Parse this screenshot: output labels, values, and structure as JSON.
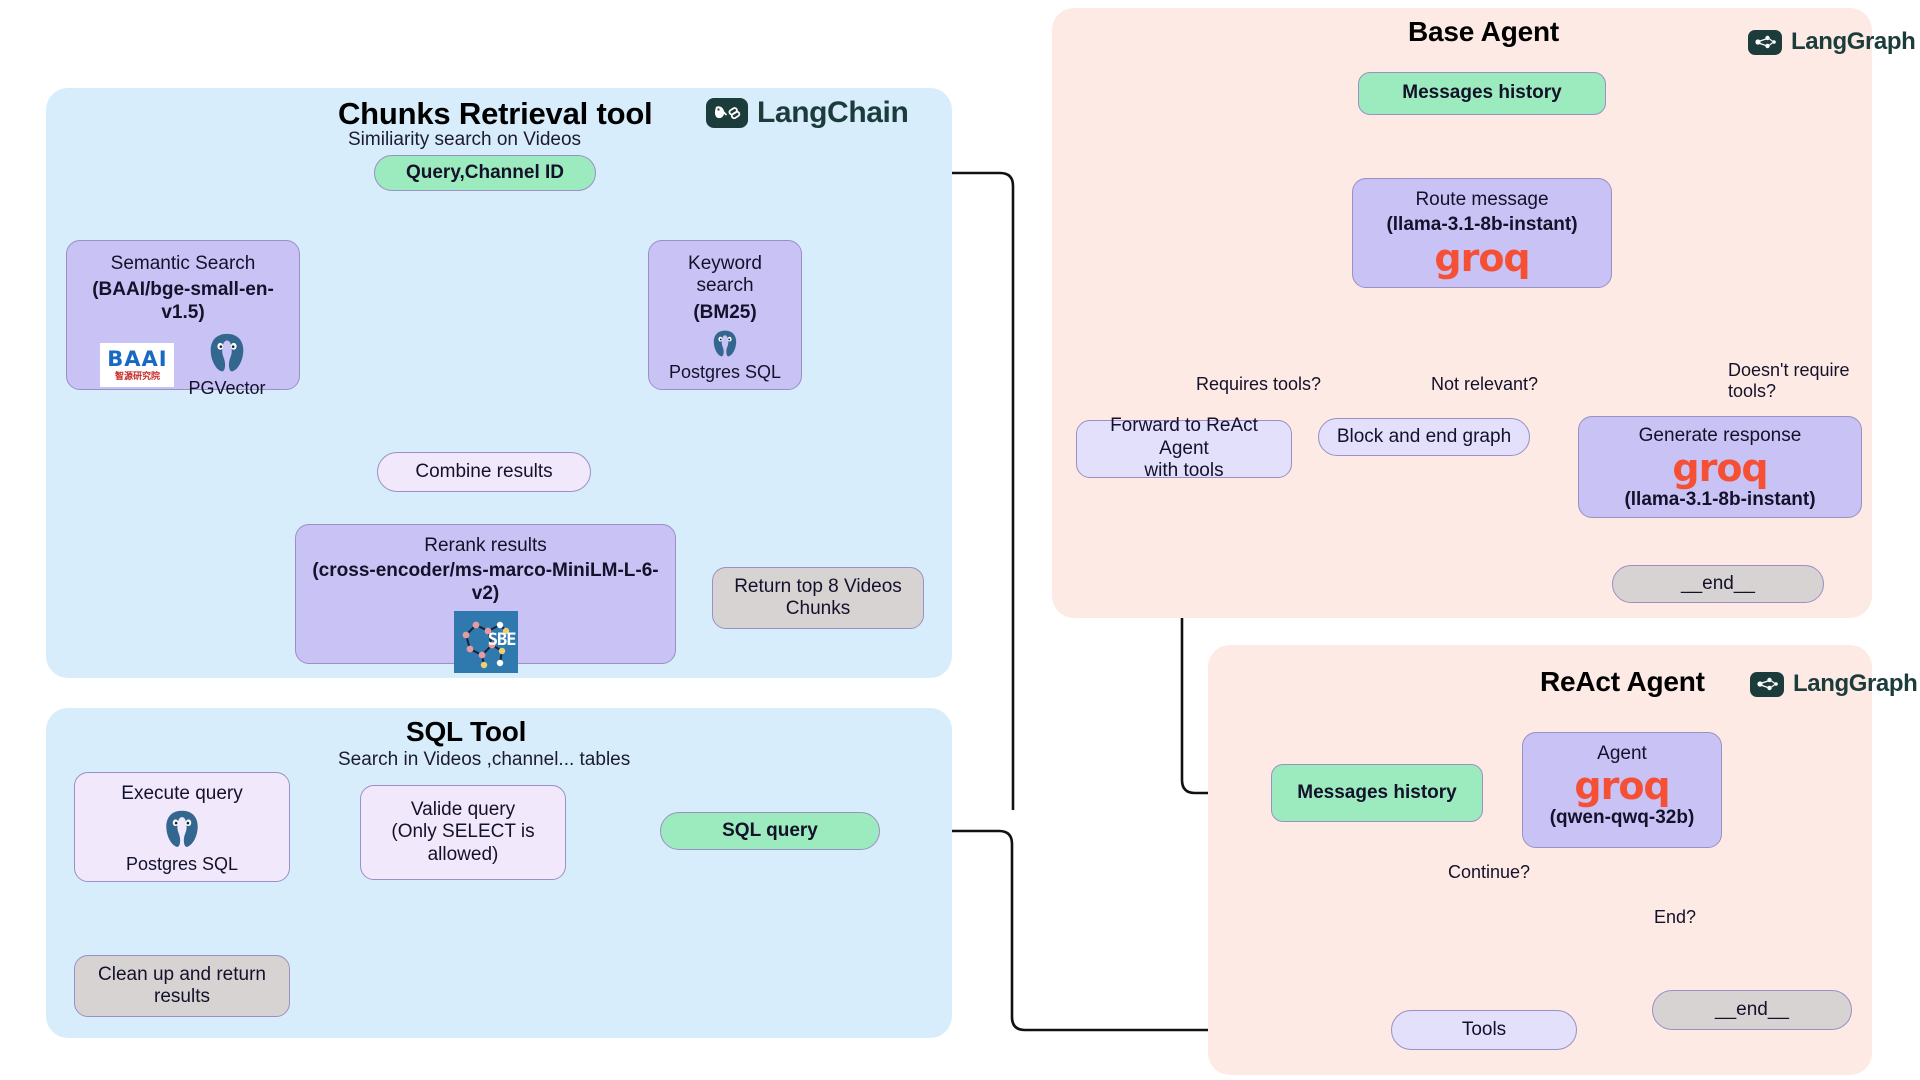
{
  "panels": {
    "chunks": {
      "title": "Chunks Retrieval tool",
      "subtitle": "Similiarity search on Videos",
      "brand": "LangChain",
      "brand_icon": "langchain-parrot-link-icon"
    },
    "sql": {
      "title": "SQL Tool",
      "subtitle": "Search in Videos ,channel... tables"
    },
    "base_agent": {
      "title": "Base Agent",
      "brand": "LangGraph",
      "brand_icon": "langgraph-icon"
    },
    "react_agent": {
      "title": "ReAct Agent",
      "brand": "LangGraph",
      "brand_icon": "langgraph-icon"
    }
  },
  "chunks_nodes": {
    "query": "Query,Channel ID",
    "semantic_title": "Semantic Search",
    "semantic_model": "(BAAI/bge-small-en-v1.5)",
    "semantic_store": "PGVector",
    "keyword_title": "Keyword search",
    "keyword_model": "(BM25)",
    "keyword_store": "Postgres SQL",
    "combine": "Combine results",
    "rerank_title": "Rerank results",
    "rerank_model": "(cross-encoder/ms-marco-MiniLM-L-6-v2)",
    "return_l1": "Return top 8 Videos",
    "return_l2": "Chunks",
    "baai_logo_top": "BAAI",
    "baai_logo_bottom": "智源研究院",
    "sbert_logo": "SBE",
    "pg_icon": "postgresql-elephant-icon"
  },
  "sql_nodes": {
    "execute_title": "Execute query",
    "execute_store": "Postgres SQL",
    "valide_l1": "Valide query",
    "valide_l2": "(Only SELECT is",
    "valide_l3": "allowed)",
    "sql_query": "SQL query",
    "cleanup_l1": "Clean up and return",
    "cleanup_l2": "results",
    "pg_icon": "postgresql-elephant-icon"
  },
  "base_agent_nodes": {
    "messages_history": "Messages history",
    "route_title": "Route message",
    "route_model": "(llama-3.1-8b-instant)",
    "route_logo": "groq",
    "forward_l1": "Forward to ReAct Agent",
    "forward_l2": "with tools",
    "block": "Block  and end graph",
    "generate_title": "Generate response",
    "generate_logo": "groq",
    "generate_model": "(llama-3.1-8b-instant)",
    "end": "__end__"
  },
  "base_agent_edges": {
    "requires_tools": "Requires tools?",
    "not_relevant": "Not relevant?",
    "doesnt_require_l1": "Doesn't require",
    "doesnt_require_l2": "tools?"
  },
  "react_agent_nodes": {
    "messages_history": "Messages history",
    "agent_title": "Agent",
    "agent_logo": "groq",
    "agent_model": "(qwen-qwq-32b)",
    "tools": "Tools",
    "end": "__end__"
  },
  "react_agent_edges": {
    "continue": "Continue?",
    "end": "End?"
  },
  "colors": {
    "panel_blue": "#d7edfb",
    "panel_pink": "#fdeae4",
    "node_lavender": "#c9c2f5",
    "node_green": "#9cebbe",
    "node_grey": "#d7d3d3",
    "groq_orange": "#f55036",
    "langchain_teal": "#1c3c3c"
  }
}
